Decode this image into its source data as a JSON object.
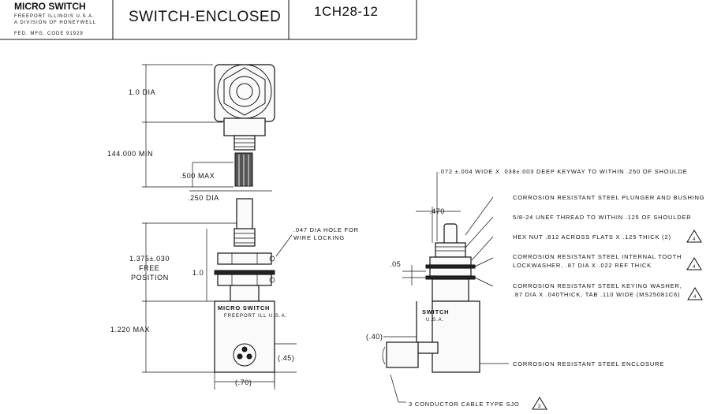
{
  "title_block": {
    "company": "MICRO SWITCH",
    "company_line2": "FREEPORT ILLINOIS U.S.A.",
    "company_line3": "A DIVISION OF HONEYWELL",
    "company_line4": "FED. MFG. CODE 91929",
    "title": "SWITCH-ENCLOSED",
    "drawing_number": "1CH28-12"
  },
  "left_view": {
    "dims": {
      "dia": "1.0 DIA",
      "min_length": "144.000 MIN",
      "max_strip": ".500 MAX",
      "plunger_dia": ".250 DIA",
      "free_position": "1.375±.030",
      "free_label_1": "FREE",
      "free_label_2": "POSITION",
      "one": "1.0",
      "max_height": "1.220 MAX",
      "d45": "(.45)",
      "d70": "(.70)"
    },
    "hole_note_1": ".047 DIA HOLE FOR",
    "hole_note_2": "WIRE LOCKING",
    "body_brand": "MICRO SWITCH",
    "body_sub": "FREEPORT ILL U.S.A."
  },
  "right_view": {
    "dims": {
      "d470": ".470",
      "d05": ".05",
      "d40": "(.40)"
    },
    "body_label_1": "SWITCH",
    "body_label_2": "U.S.A.",
    "notes": {
      "keyway": ".072 ±.004 WIDE X .038±.003 DEEP KEYWAY TO WITHIN .250 OF SHOULDE",
      "plunger": "CORROSION RESISTANT STEEL PLUNGER AND BUSHING",
      "thread": "5/8-24 UNEF THREAD TO WITHIN .125 OF SHOULDER",
      "hexnut": "HEX NUT .812 ACROSS FLATS X .125 THICK (2)",
      "lockwasher_1": "CORROSION RESISTANT STEEL INTERNAL TOOTH",
      "lockwasher_2": "LOCKWASHER, .87 DIA X .022 REF THICK",
      "keying_1": "CORROSION RESISTANT STEEL KEYING WASHER,",
      "keying_2": ".87 DIA X .040THICK, TAB .110 WIDE (MS25081C6)",
      "enclosure": "CORROSION RESISTANT STEEL ENCLOSURE",
      "cable": "3 CONDUCTOR CABLE TYPE SJO"
    },
    "revision_flag": "4",
    "cable_flag": "3"
  }
}
